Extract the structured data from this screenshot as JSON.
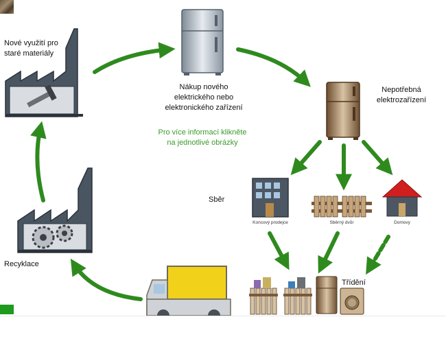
{
  "labels": {
    "reuse": [
      "Nové využití pro",
      "staré materiály"
    ],
    "new_device": [
      "Nákup nového",
      "elektrického nebo",
      "elektronického zařízení"
    ],
    "unneeded": [
      "Nepotřebná",
      "elektrozařízení"
    ],
    "info": [
      "Pro více informací klikněte",
      "na jednotlivé obrázky"
    ],
    "collection": "Sběr",
    "retailer": "Koncový prodejce",
    "collection_yard": "Sběrný dvůr",
    "home": "Domovy",
    "sorting": "Třídění",
    "recycling": "Recyklace"
  },
  "icons": {
    "corner": "thumbnail-image",
    "reuse": "factory-hammer-icon",
    "new_device": "new-fridge-icon",
    "unneeded": "old-fridge-icon",
    "retailer": "shop-building-icon",
    "collection_yard": "fenced-yard-icon",
    "home": "house-icon",
    "sorting": "sorting-bins-icon",
    "recycling": "factory-gears-icon",
    "truck": "truck-icon"
  },
  "colors": {
    "arrow": "#2f8a1e",
    "info_text": "#3a9a2a",
    "truck_cargo": "#f2d11a",
    "house_roof": "#d11f1f",
    "factory": "#4a5562",
    "fence": "#7a5a3a"
  }
}
